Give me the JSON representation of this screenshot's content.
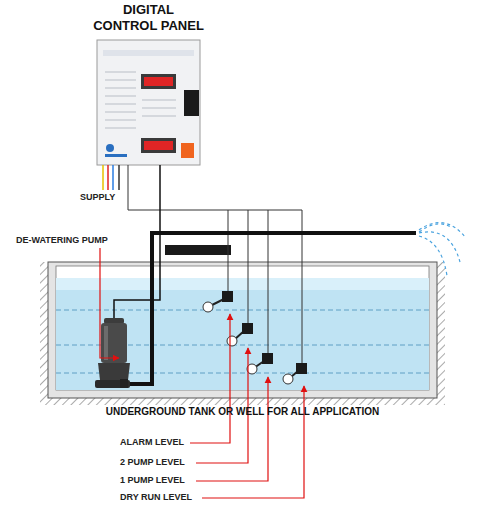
{
  "diagram": {
    "nodes": [
      {
        "text": [
          "DIGITAL CONTROL PANEL"
        ]
      },
      {
        "text": [
          "UNDERGROUND TANK OR WELL FOR ALL APPLICATION"
        ]
      }
    ],
    "edges": [
      {
        "from": 0,
        "to": 1,
        "arrow": "none"
      }
    ],
    "labels": [
      "SUPPLY",
      "DE-WATERING PUMP",
      "ALARM LEVEL",
      "2 PUMP LEVEL",
      "1 PUMP LEVEL",
      "DRY RUN LEVEL"
    ]
  }
}
